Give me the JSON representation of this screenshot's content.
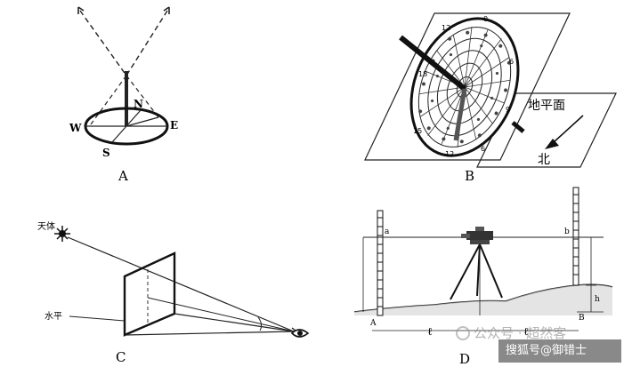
{
  "panels": {
    "a": {
      "caption": "A",
      "directions": {
        "n": "N",
        "e": "E",
        "s": "S",
        "w": "W"
      }
    },
    "b": {
      "caption": "B",
      "horizon_label": "地平面",
      "north_label": "北",
      "hour_marks": [
        "0",
        "12",
        "12",
        "6",
        "6",
        "9",
        "15",
        "18"
      ]
    },
    "c": {
      "caption": "C",
      "body_label": "天体",
      "horizontal_label": "水平"
    },
    "d": {
      "caption": "D",
      "label_a": "a",
      "label_b": "b",
      "label_A": "A",
      "label_B": "B",
      "label_h": "h",
      "label_l1": "ℓ",
      "label_l2": "ℓ"
    }
  },
  "watermark": {
    "faint_text": "公众号 · 超然客",
    "badge_text": "搜狐号@御错士"
  }
}
